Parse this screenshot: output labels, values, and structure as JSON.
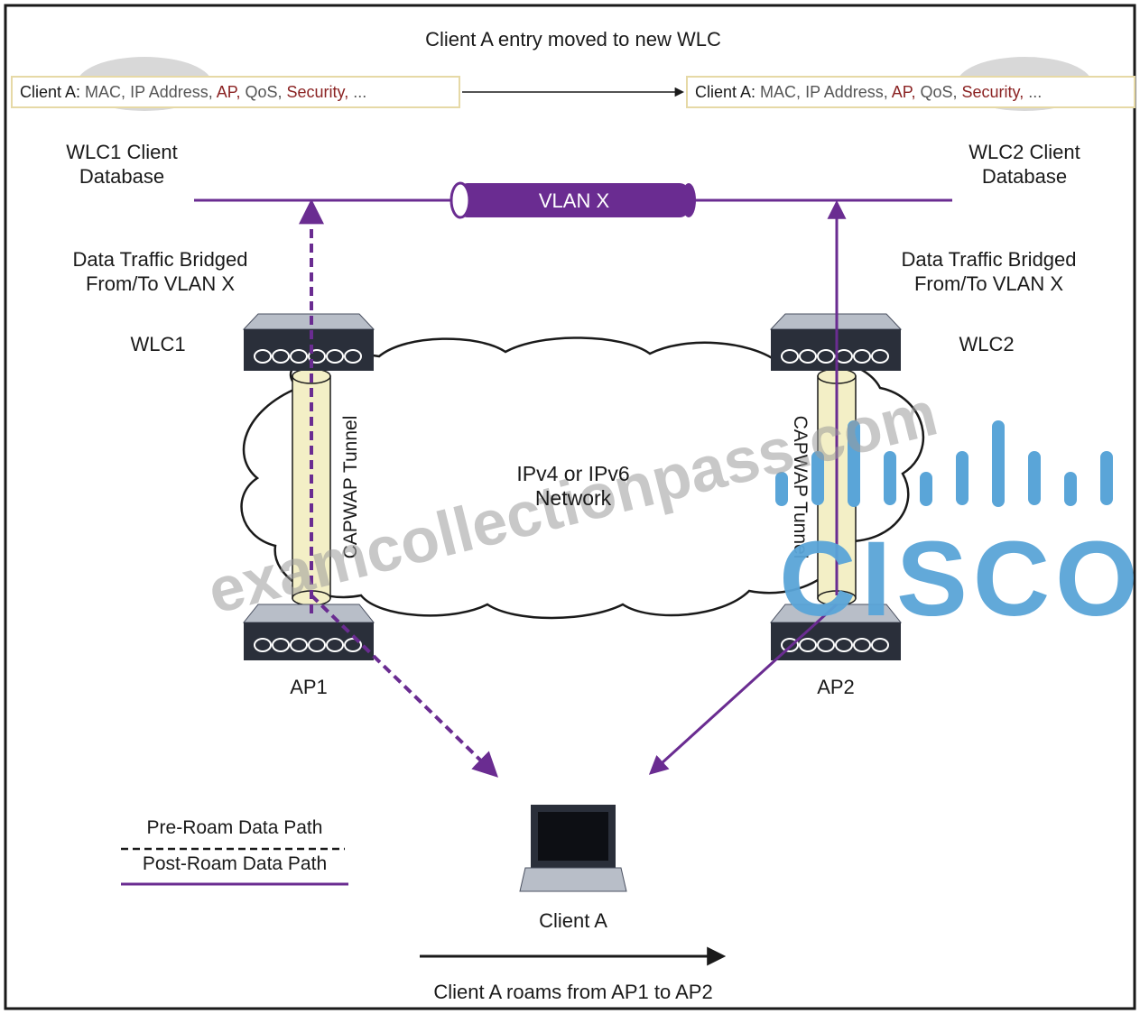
{
  "title": "Client A entry moved to new WLC",
  "db_left": {
    "label_a": "Client A:",
    "mac": " MAC,",
    "ip": " IP Address,",
    "ap": " AP,",
    "qos": " QoS,",
    "security": " Security,",
    "more": " ..."
  },
  "db_right": {
    "label_a": "Client A:",
    "mac": " MAC,",
    "ip": " IP Address,",
    "ap": " AP,",
    "qos": " QoS,",
    "security": " Security,",
    "more": " ..."
  },
  "wlc1_db_label": [
    "WLC1 Client",
    "Database"
  ],
  "wlc2_db_label": [
    "WLC2 Client",
    "Database"
  ],
  "vlan_label": "VLAN X",
  "bridged_left": [
    "Data Traffic Bridged",
    "From/To VLAN X"
  ],
  "bridged_right": [
    "Data Traffic Bridged",
    "From/To VLAN X"
  ],
  "wlc1": "WLC1",
  "wlc2": "WLC2",
  "ap1": "AP1",
  "ap2": "AP2",
  "tunnel_left": "CAPWAP Tunnel",
  "tunnel_right": "CAPWAP Tunnel",
  "network": [
    "IPv4 or IPv6",
    "Network"
  ],
  "client": "Client A",
  "legend_pre": "Pre-Roam Data Path",
  "legend_post": "Post-Roam Data Path",
  "roam_caption": "Client A roams from AP1 to AP2",
  "watermark": "examcollectionpass.com",
  "logo_text": "CISCO",
  "colors": {
    "purple": "#6a2c91",
    "tunnel_fill": "#f3efc6",
    "cisco_blue": "#5aa5d8",
    "highlight_red": "#8b2323"
  }
}
